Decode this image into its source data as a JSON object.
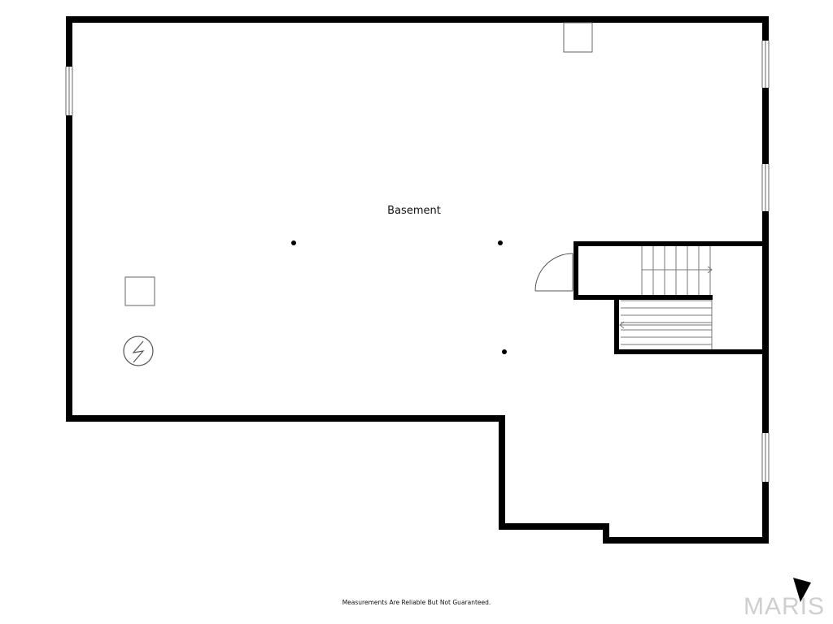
{
  "floorplan": {
    "rooms": [
      {
        "id": "basement",
        "label": "Basement"
      }
    ],
    "fixtures": [
      "stairs",
      "door-swing",
      "water-heater",
      "square-fixture",
      "posts",
      "windows"
    ]
  },
  "footer": {
    "disclaimer": "Measurements Are Reliable But Not Guaranteed.",
    "logo_text": "MARIS"
  },
  "colors": {
    "wall": "#000000",
    "background": "#ffffff",
    "fixture_stroke": "#555555",
    "logo": "#cfcfcf"
  },
  "icons": [
    "north-arrow-icon",
    "water-heater-icon"
  ]
}
